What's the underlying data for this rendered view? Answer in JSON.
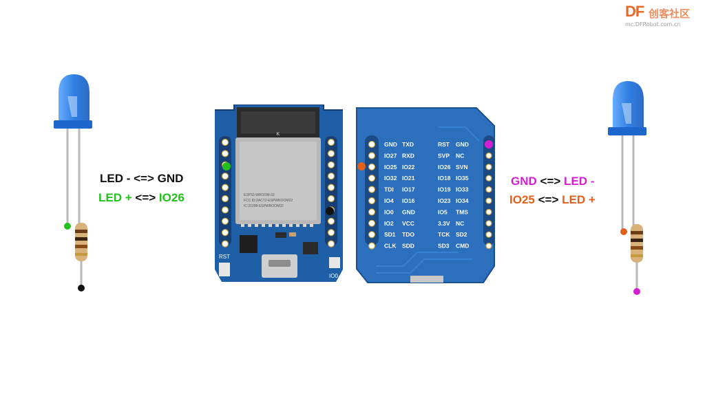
{
  "watermark": {
    "brand": "DF",
    "chinese": "创客社区",
    "url": "mc.DFRobot.com.cn"
  },
  "left_wiring": {
    "line1": {
      "led": "LED -",
      "arrow": "<=>",
      "pin": "GND"
    },
    "line2": {
      "led": "LED +",
      "arrow": "<=>",
      "pin": "IO26"
    }
  },
  "right_wiring": {
    "line1": {
      "pin": "GND",
      "arrow": "<=>",
      "led": "LED -"
    },
    "line2": {
      "pin": "IO25",
      "arrow": "<=>",
      "led": "LED +"
    }
  },
  "front_board": {
    "module_label": "K",
    "chip_text": [
      "ESP32-WROOM-32",
      "FCC ID:2AC7Z-ESPWROOM32",
      "IC:21098-ESPWROOM32"
    ],
    "rst_label": "RST",
    "io0_label": "IO0"
  },
  "back_board": {
    "pins_left": [
      [
        "GND",
        "TXD"
      ],
      [
        "IO27",
        "RXD"
      ],
      [
        "IO25",
        "IO22"
      ],
      [
        "IO32",
        "IO21"
      ],
      [
        "TDI",
        "IO17"
      ],
      [
        "IO4",
        "IO16"
      ],
      [
        "IO0",
        "GND"
      ],
      [
        "IO2",
        "VCC"
      ],
      [
        "SD1",
        "TDO"
      ],
      [
        "CLK",
        "SDD"
      ]
    ],
    "pins_right": [
      [
        "RST",
        "GND"
      ],
      [
        "SVP",
        "NC"
      ],
      [
        "IO26",
        "SVN"
      ],
      [
        "IO18",
        "IO35"
      ],
      [
        "IO19",
        "IO33"
      ],
      [
        "IO23",
        "IO34"
      ],
      [
        "IO5",
        "TMS"
      ],
      [
        "3.3V",
        "NC"
      ],
      [
        "TCK",
        "SD2"
      ],
      [
        "SD3",
        "CMD"
      ]
    ]
  },
  "colors": {
    "green": "#22c11e",
    "magenta": "#d21fcf",
    "orange": "#e0601a",
    "black": "#111111",
    "pcb_blue": "#1f5fa8",
    "pcb_dark": "#143f75",
    "led_blue": "#2f7fe6"
  }
}
